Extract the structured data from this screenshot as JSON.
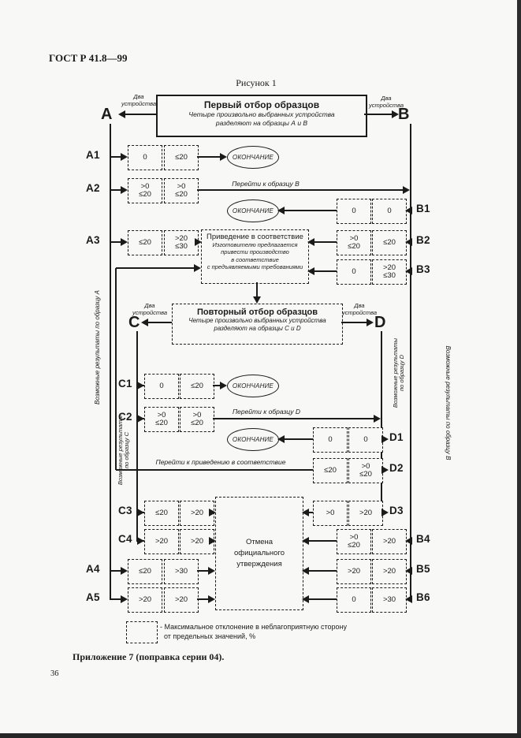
{
  "page": {
    "header": "ГОСТ Р 41.8—99",
    "figure": "Рисунок 1",
    "footer": "Приложение 7 (поправка серии 04).",
    "page_number": "36"
  },
  "colors": {
    "ink": "#1b1b1b",
    "paper": "#f8f8f7"
  },
  "boxes": {
    "first_selection": {
      "title": "Первый отбор образцов",
      "subtitle": "Четыре произвольно выбранных устройства\nразделяют на образцы А и В"
    },
    "repeat_selection": {
      "title": "Повторный отбор образцов",
      "subtitle": "Четыре произвольно выбранных устройства\nразделяют на образцы С и D"
    },
    "compliance": {
      "title": "Приведение в соответствие",
      "subtitle": "Изготовителю предлагается\nпривести производство\nв соответствие\nс предъявляемыми требованиями"
    },
    "cancellation": {
      "text": "Отмена\nофициального\nутверждения"
    }
  },
  "branch_letters": {
    "a": "А",
    "b": "В",
    "c": "С",
    "d": "D"
  },
  "device_note": "Два\nустройства",
  "end_label": "ОКОНЧАНИЕ",
  "transition_notes": {
    "to_b": "Перейти к образцу В",
    "to_d": "Перейти к образцу D",
    "to_compliance": "Перейти к приведению в соответствие"
  },
  "vertical_labels": {
    "a": "Возможные результаты по образцу А",
    "b": "Возможные результаты по образцу В",
    "c": "Возможные результаты\nпо образцу С",
    "d": "Возможные результаты\nпо образцу D"
  },
  "rows": {
    "a1": {
      "label": "A1",
      "box1": "0",
      "box2": "≤20"
    },
    "a2": {
      "label": "A2",
      "box1": ">0\n≤20",
      "box2": ">0\n≤20"
    },
    "a3": {
      "label": "A3",
      "box1": "≤20",
      "box2": ">20\n≤30"
    },
    "a4": {
      "label": "A4",
      "box1": "≤20",
      "box2": ">30"
    },
    "a5": {
      "label": "A5",
      "box1": ">20",
      "box2": ">20"
    },
    "b1": {
      "label": "B1",
      "box1": "0",
      "box2": "0"
    },
    "b2": {
      "label": "B2",
      "box1": ">0\n≤20",
      "box2": "≤20"
    },
    "b3": {
      "label": "B3",
      "box1": "0",
      "box2": ">20\n≤30"
    },
    "b4": {
      "label": "B4",
      "box1": ">0\n≤20",
      "box2": ">20"
    },
    "b5": {
      "label": "B5",
      "box1": ">20",
      "box2": ">20"
    },
    "b6": {
      "label": "B6",
      "box1": "0",
      "box2": ">30"
    },
    "c1": {
      "label": "C1",
      "box1": "0",
      "box2": "≤20"
    },
    "c2": {
      "label": "C2",
      "box1": ">0\n≤20",
      "box2": ">0\n≤20"
    },
    "c3": {
      "label": "C3",
      "box1": "≤20",
      "box2": ">20"
    },
    "c4": {
      "label": "C4",
      "box1": ">20",
      "box2": ">20"
    },
    "d1": {
      "label": "D1",
      "box1": "0",
      "box2": "0"
    },
    "d2": {
      "label": "D2",
      "box1": "≤20",
      "box2": ">0\n≤20"
    },
    "d3": {
      "label": "D3",
      "box1": ">0",
      "box2": ">20"
    }
  },
  "legend": {
    "text": "- Максимальное отклонение в неблагоприятную сторону\n  от предельных значений, %"
  }
}
